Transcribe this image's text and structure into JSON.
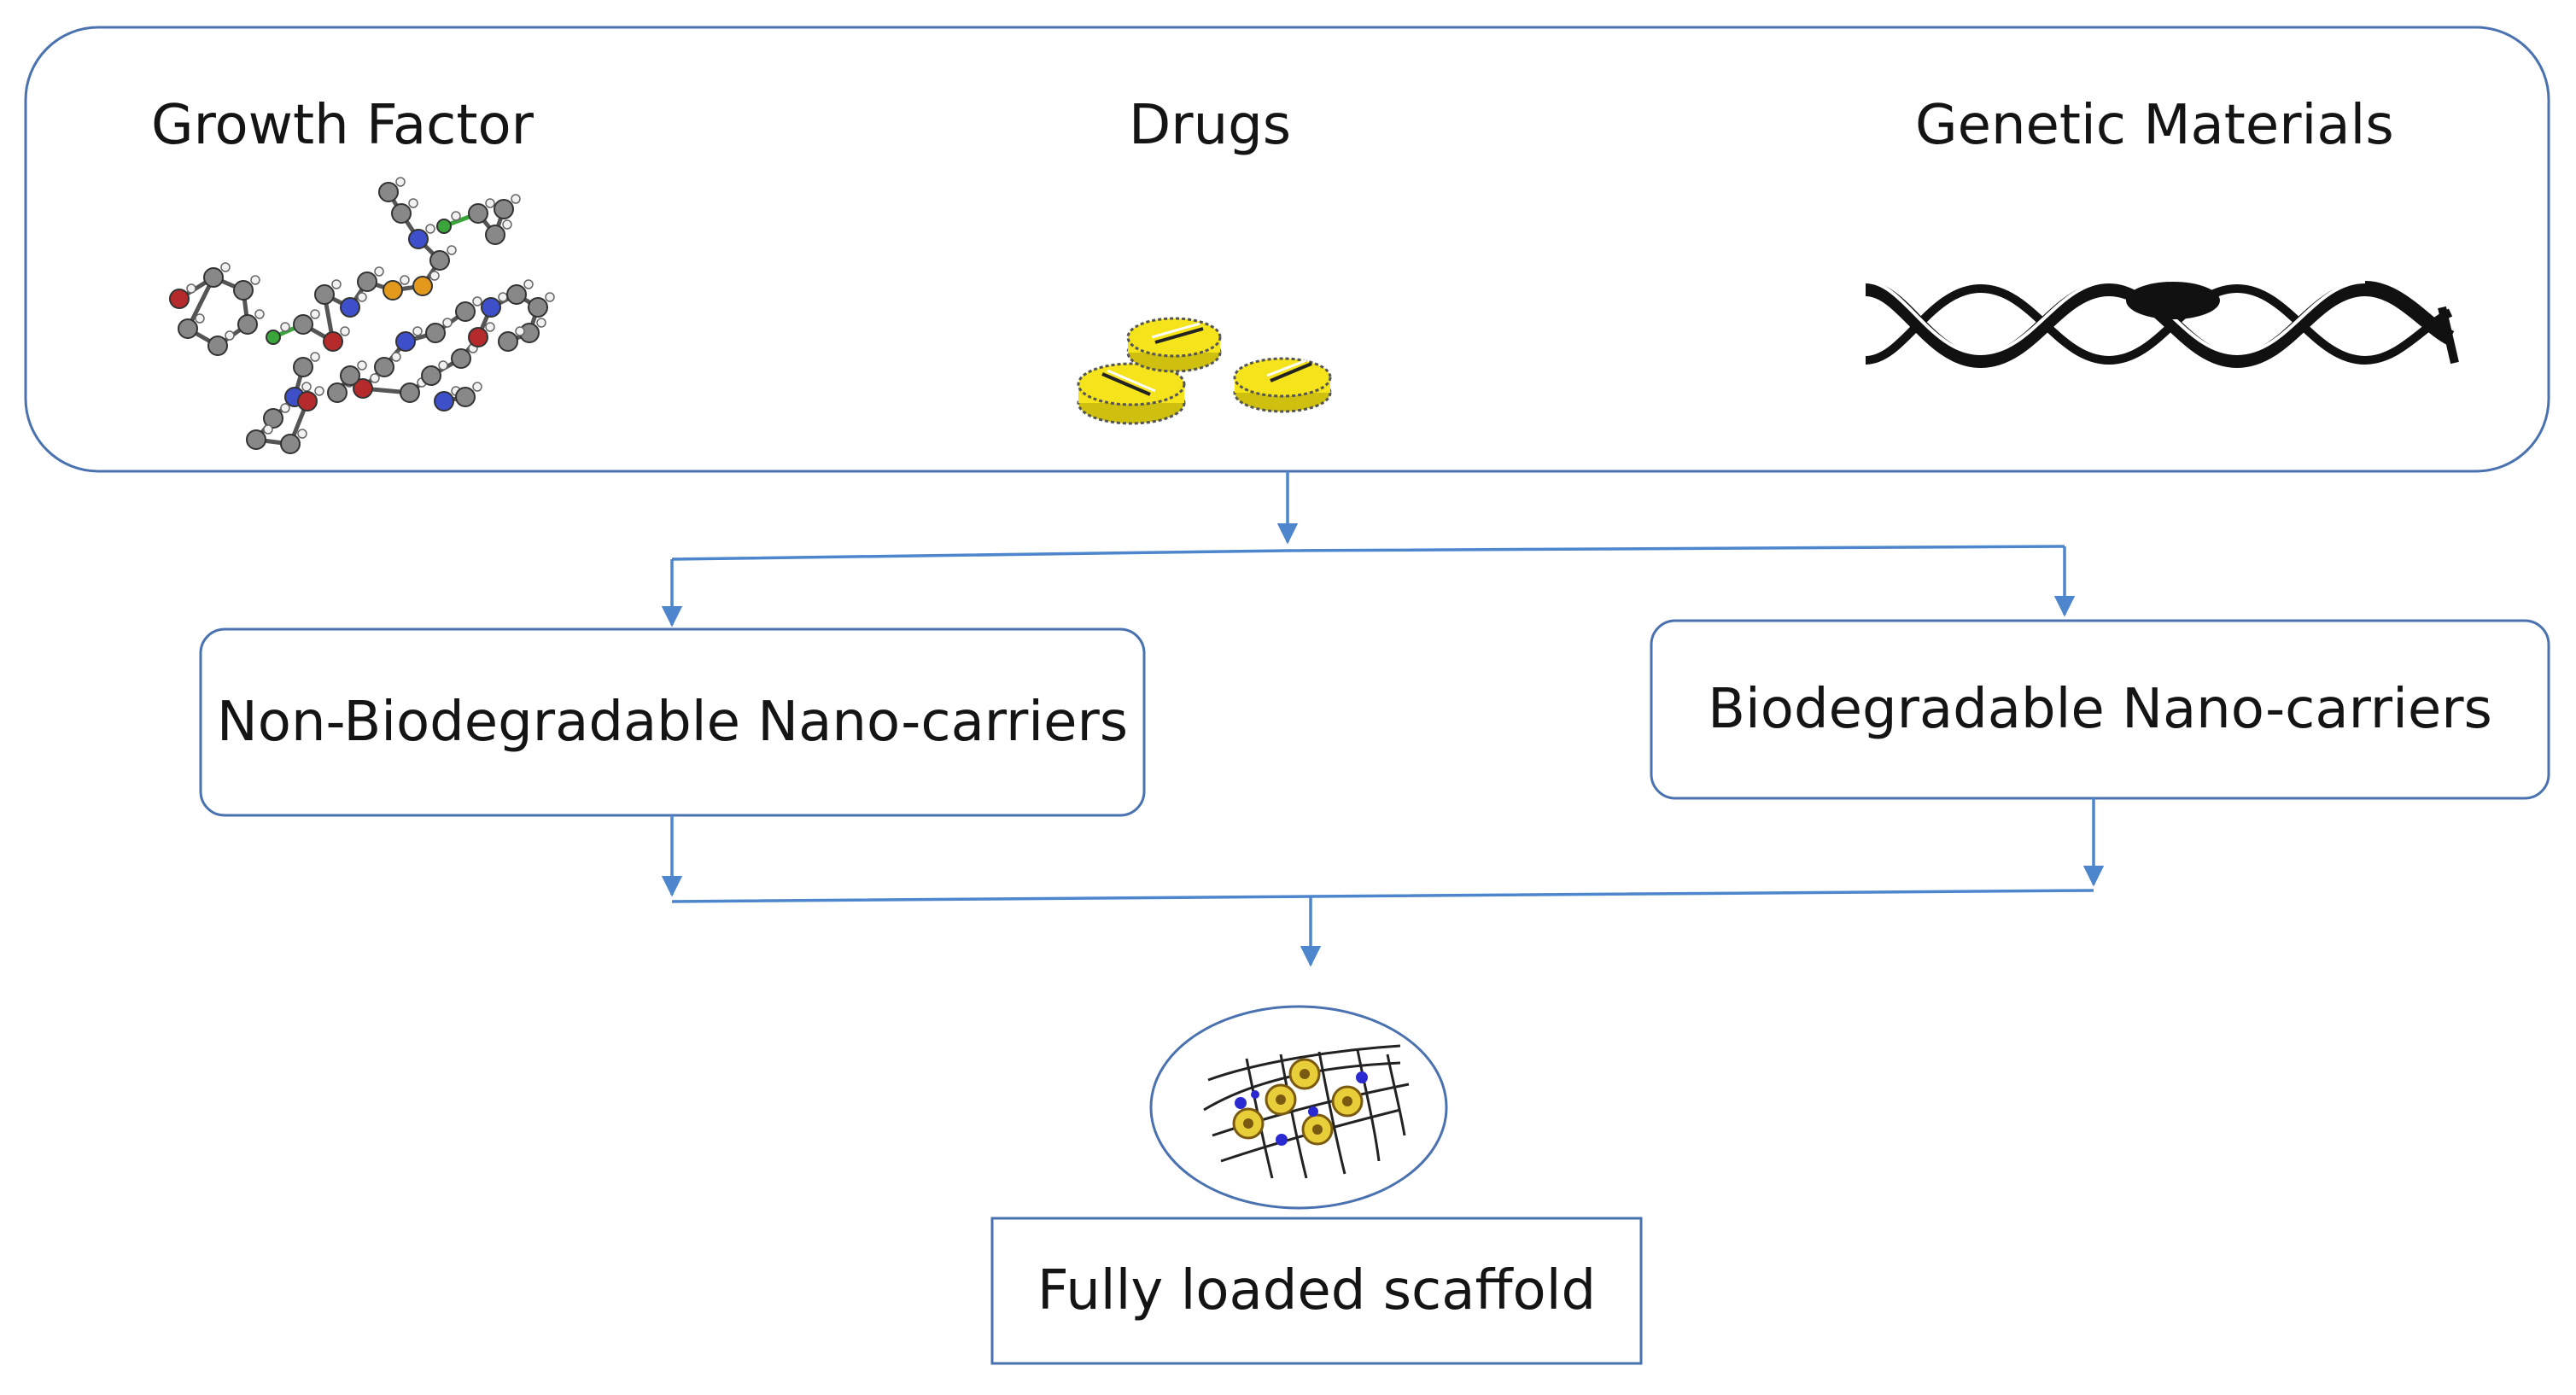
{
  "sources": [
    {
      "label": "Growth Factor",
      "icon": "molecule-icon"
    },
    {
      "label": "Drugs",
      "icon": "pills-icon"
    },
    {
      "label": "Genetic Materials",
      "icon": "dna-icon"
    }
  ],
  "carriers": [
    {
      "label": "Non-Biodegradable Nano-carriers"
    },
    {
      "label": "Biodegradable Nano-carriers"
    }
  ],
  "result": {
    "label": "Fully loaded scaffold",
    "icon": "scaffold-icon"
  },
  "colors": {
    "box_border": "#4a72b0",
    "arrow": "#4d86cc",
    "pill_fill": "#f5e31c",
    "atom_carbon": "#888888",
    "atom_oxygen": "#b52a2a",
    "atom_nitrogen": "#3d4fc9",
    "atom_sulfur": "#e39a1c",
    "bond_green": "#3aa53a"
  }
}
